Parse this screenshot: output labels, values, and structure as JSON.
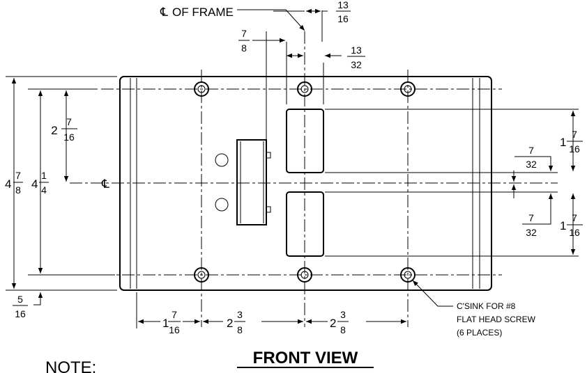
{
  "title": "FRONT VIEW",
  "note_header": "NOTE:",
  "annotations": {
    "cl_of_frame": "OF FRAME",
    "centerline_symbol": "℄",
    "csink_note": [
      "C'SINK FOR #8",
      "FLAT HEAD SCREW",
      "(6 PLACES)"
    ]
  },
  "dimensions": {
    "top_13_16": {
      "num": "13",
      "den": "16"
    },
    "top_7_8": {
      "num": "7",
      "den": "8"
    },
    "top_13_32": {
      "num": "13",
      "den": "32"
    },
    "left_2_7_16": {
      "whole": "2",
      "num": "7",
      "den": "16"
    },
    "left_4_7_8": {
      "whole": "4",
      "num": "7",
      "den": "8"
    },
    "left_4_1_4": {
      "whole": "4",
      "num": "1",
      "den": "4"
    },
    "left_5_16": {
      "num": "5",
      "den": "16"
    },
    "right_1_7_16_top": {
      "whole": "1",
      "num": "7",
      "den": "16"
    },
    "right_7_32_top": {
      "num": "7",
      "den": "32"
    },
    "right_7_32_bottom": {
      "num": "7",
      "den": "32"
    },
    "right_1_7_16_bottom": {
      "whole": "1",
      "num": "7",
      "den": "16"
    },
    "bottom_1_7_16": {
      "whole": "1",
      "num": "7",
      "den": "16"
    },
    "bottom_2_3_8_a": {
      "whole": "2",
      "num": "3",
      "den": "8"
    },
    "bottom_2_3_8_b": {
      "whole": "2",
      "num": "3",
      "den": "8"
    }
  }
}
